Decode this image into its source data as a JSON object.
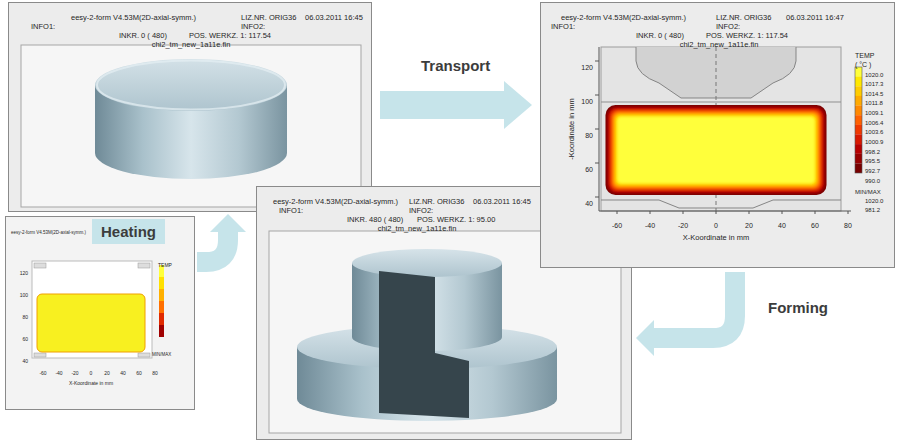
{
  "diagram": {
    "nodes": [
      {
        "text": [
          "eesy-2-form V4.53M(2D-axial-symm.)",
          "LIZ.NR. ORIG36",
          "06.03.2011 16:45",
          "INFO1:",
          "INFO2:",
          "INKR. 0 ( 480)",
          "POS. WERKZ. 1: 117.54",
          "chi2_tm_new_1a11e.fin"
        ]
      },
      {
        "text": [
          "eesy-2-form V4.53M(2D-axial-symm.)",
          "LIZ.NR. ORIG36",
          "06.03.2011 16:47",
          "INFO1:",
          "INFO2:",
          "INKR. 0 ( 480)",
          "POS. WERKZ. 1: 117.54",
          "chi2_tm_new_1a11e.fin",
          "120",
          "100",
          "80",
          "60",
          "40",
          "-Koordinate in mm",
          "-60",
          "-40",
          "-20",
          "0",
          "20",
          "40",
          "60",
          "80",
          "X-Koordinate in mm",
          "TEMP",
          "( °C )",
          "1020.0",
          "1017.3",
          "1014.5",
          "1011.8",
          "1009.1",
          "1006.4",
          "1003.6",
          "1000.9",
          "998.2",
          "995.5",
          "992.7",
          "990.0",
          "MIN/MAX",
          "1020.0",
          "981.2"
        ]
      },
      {
        "text": [
          "eesy-2-form V4.53M(2D-axial-symm.)",
          "LIZ.NR. ORIG36",
          "06.03.2011 16:45",
          "INFO1:",
          "INFO2:",
          "INKR. 480 ( 480)",
          "POS. WERKZ. 1: 95.00",
          "chi2_tm_new_1a11e.fin"
        ]
      },
      {
        "text": [
          "eesy-2-form V4.53M(2D-axial-symm.)",
          "TEMP",
          "120",
          "100",
          "80",
          "60",
          "40",
          "-60",
          "-40",
          "-20",
          "0",
          "20",
          "40",
          "60",
          "80",
          "X-Koordinate in mm",
          "MIN/MAX"
        ]
      }
    ],
    "edges": [
      {
        "from": 3,
        "to": 0,
        "label": "Heating",
        "arrow": "to"
      },
      {
        "from": 0,
        "to": 1,
        "label": "Transport",
        "arrow": "to"
      },
      {
        "from": 1,
        "to": 2,
        "label": "Forming",
        "arrow": "to"
      }
    ]
  }
}
